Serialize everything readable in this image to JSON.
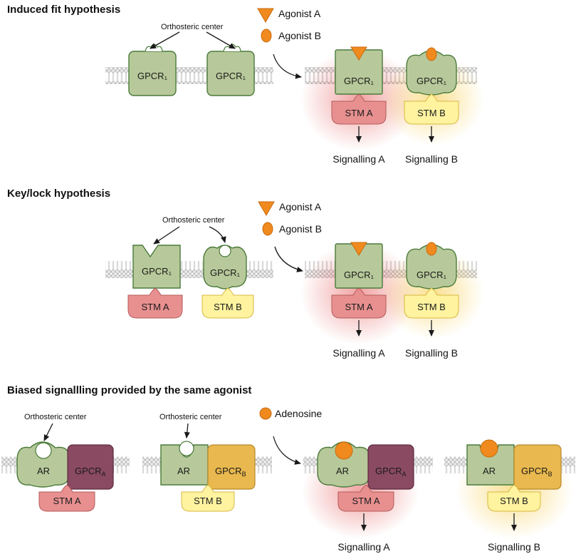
{
  "panels": {
    "induced": {
      "title": "Induced fit hypothesis",
      "orthosteric": "Orthosteric center",
      "agonist_a": "Agonist A",
      "agonist_b": "Agonist B",
      "gpcr": "GPCR₁",
      "stm_a": "STM A",
      "stm_b": "STM B",
      "sig_a": "Signalling A",
      "sig_b": "Signalling B"
    },
    "keylock": {
      "title": "Key/lock hypothesis",
      "orthosteric": "Orthosteric center",
      "agonist_a": "Agonist A",
      "agonist_b": "Agonist B",
      "gpcr": "GPCR₁",
      "stm_a": "STM A",
      "stm_b": "STM B",
      "sig_a": "Signalling A",
      "sig_b": "Signalling B"
    },
    "biased": {
      "title": "Biased signallling provided by the same agonist",
      "orthosteric": "Orthosteric center",
      "adenosine": "Adenosine",
      "ar": "AR",
      "gpcr": "GPCR",
      "sub_a": "A",
      "sub_b": "B",
      "stm_a": "STM A",
      "stm_b": "STM B",
      "sig_a": "Signalling A",
      "sig_b": "Signalling B"
    }
  },
  "colors": {
    "receptor": "#b7c99a",
    "stm_a": "#e89090",
    "stm_b": "#fff3a0",
    "gpcr_a": "#8a4a62",
    "gpcr_b": "#e9b84e",
    "agonist": "#f08a1e"
  }
}
